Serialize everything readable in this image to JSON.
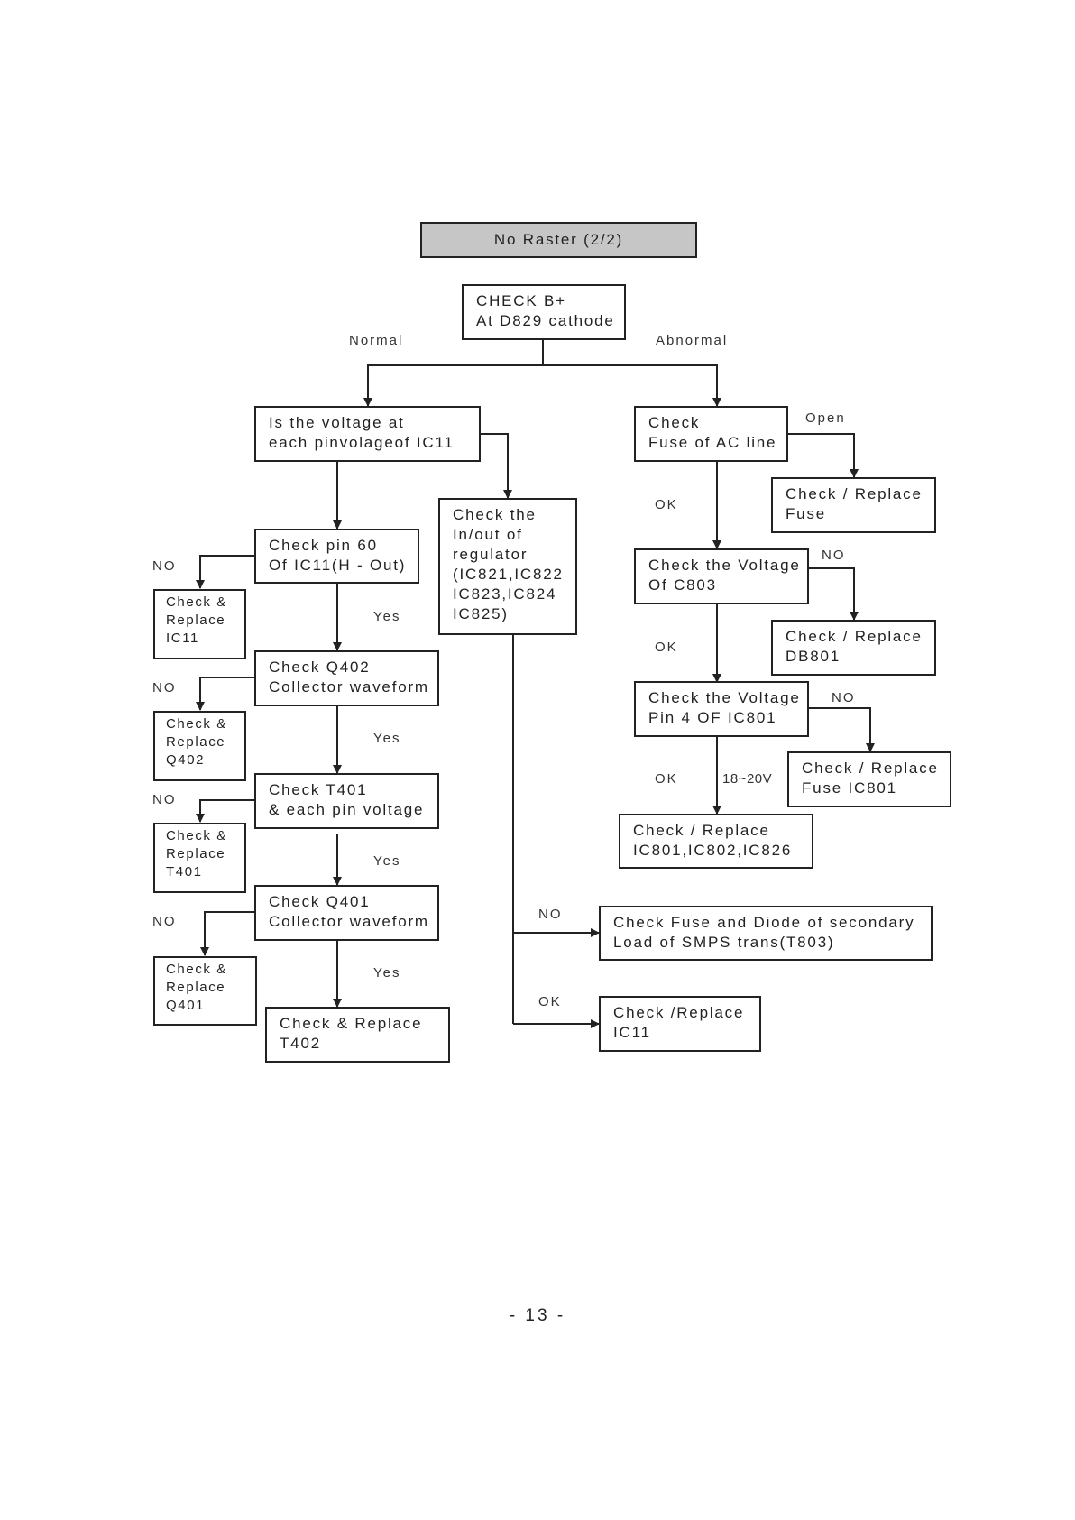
{
  "title": "No Raster  (2/2)",
  "page_number": "- 13 -",
  "boxes": {
    "check_b": [
      "CHECK B+",
      "At D829 cathode"
    ],
    "voltage_ic11": [
      "Is the voltage at",
      "each pinvolageof IC11"
    ],
    "check_fuse_ac": [
      "Check",
      "Fuse of AC line"
    ],
    "replace_fuse": [
      "Check / Replace",
      "Fuse"
    ],
    "check_regulator": [
      "Check the",
      "In/out of",
      "regulator",
      "(IC821,IC822",
      "IC823,IC824",
      "IC825)"
    ],
    "check_pin60": [
      "Check pin 60",
      "Of IC11(H - Out)"
    ],
    "replace_ic11_left": [
      "Check &",
      "Replace",
      "IC11"
    ],
    "check_voltage_c803": [
      "Check the Voltage",
      "Of C803"
    ],
    "replace_db801": [
      "Check / Replace",
      "DB801"
    ],
    "check_q402": [
      "Check Q402",
      "Collector waveform"
    ],
    "replace_q402": [
      "Check &",
      "Replace",
      "Q402"
    ],
    "check_voltage_pin4": [
      "Check the Voltage",
      "Pin 4 OF IC801"
    ],
    "replace_fuse_ic801": [
      "Check / Replace",
      "Fuse IC801"
    ],
    "check_t401": [
      "Check T401",
      "& each pin voltage"
    ],
    "replace_t401": [
      "Check &",
      "Replace",
      "T401"
    ],
    "replace_ic801_group": [
      "Check / Replace",
      "IC801,IC802,IC826"
    ],
    "check_q401": [
      "Check Q401",
      "Collector waveform"
    ],
    "replace_q401": [
      "Check &",
      "Replace",
      "Q401"
    ],
    "check_fuse_diode": [
      "Check Fuse and Diode of secondary",
      "Load of SMPS trans(T803)"
    ],
    "replace_t402": [
      "Check & Replace",
      "T402"
    ],
    "replace_ic11_right": [
      "Check /Replace",
      "IC11"
    ]
  },
  "labels": {
    "normal": "Normal",
    "abnormal": "Abnormal",
    "open": "Open",
    "ok_fuse": "OK",
    "ok_c803": "OK",
    "ok_pin4": "OK",
    "range_18_20v": "18~20V",
    "no_c803": "NO",
    "no_pin4": "NO",
    "no_pin60": "NO",
    "no_q402": "NO",
    "no_t401": "NO",
    "no_q401": "NO",
    "yes_pin60": "Yes",
    "yes_q402": "Yes",
    "yes_t401": "Yes",
    "yes_q401": "Yes",
    "no_regulator": "NO",
    "ok_regulator": "OK"
  }
}
